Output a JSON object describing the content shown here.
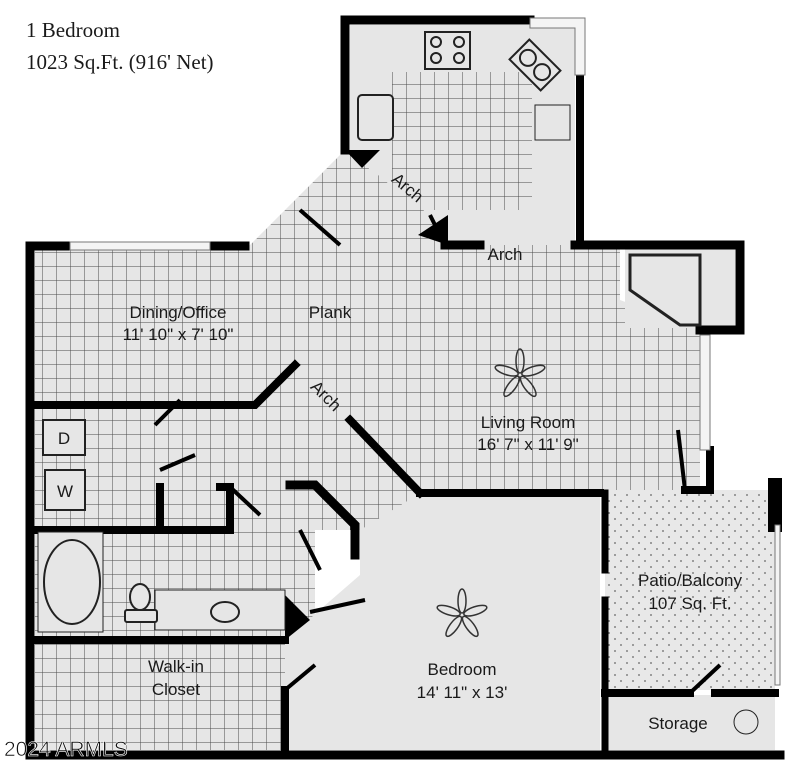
{
  "header": {
    "unit_type": "1 Bedroom",
    "square_feet": "1023 Sq.Ft. (916' Net)"
  },
  "rooms": {
    "dining": {
      "name": "Dining/Office",
      "dimensions": "11' 10\" x 7' 10\""
    },
    "plank": {
      "name": "Plank"
    },
    "living": {
      "name": "Living Room",
      "dimensions": "16' 7\" x 11' 9\""
    },
    "bedroom": {
      "name": "Bedroom",
      "dimensions": "14' 11\" x 13'"
    },
    "patio": {
      "name": "Patio/Balcony",
      "dimensions": "107 Sq. Ft."
    },
    "closet": {
      "name_line1": "Walk-in",
      "name_line2": "Closet"
    },
    "storage": {
      "name": "Storage"
    }
  },
  "labels": {
    "arch_kitchen": "Arch",
    "arch_living": "Arch",
    "arch_hall": "Arch",
    "dryer": "D",
    "washer": "W"
  },
  "footer": {
    "copyright": "2024 ARMLS"
  },
  "colors": {
    "wall": "#000000",
    "floor": "#e6e6e6",
    "grid": "#555555"
  }
}
